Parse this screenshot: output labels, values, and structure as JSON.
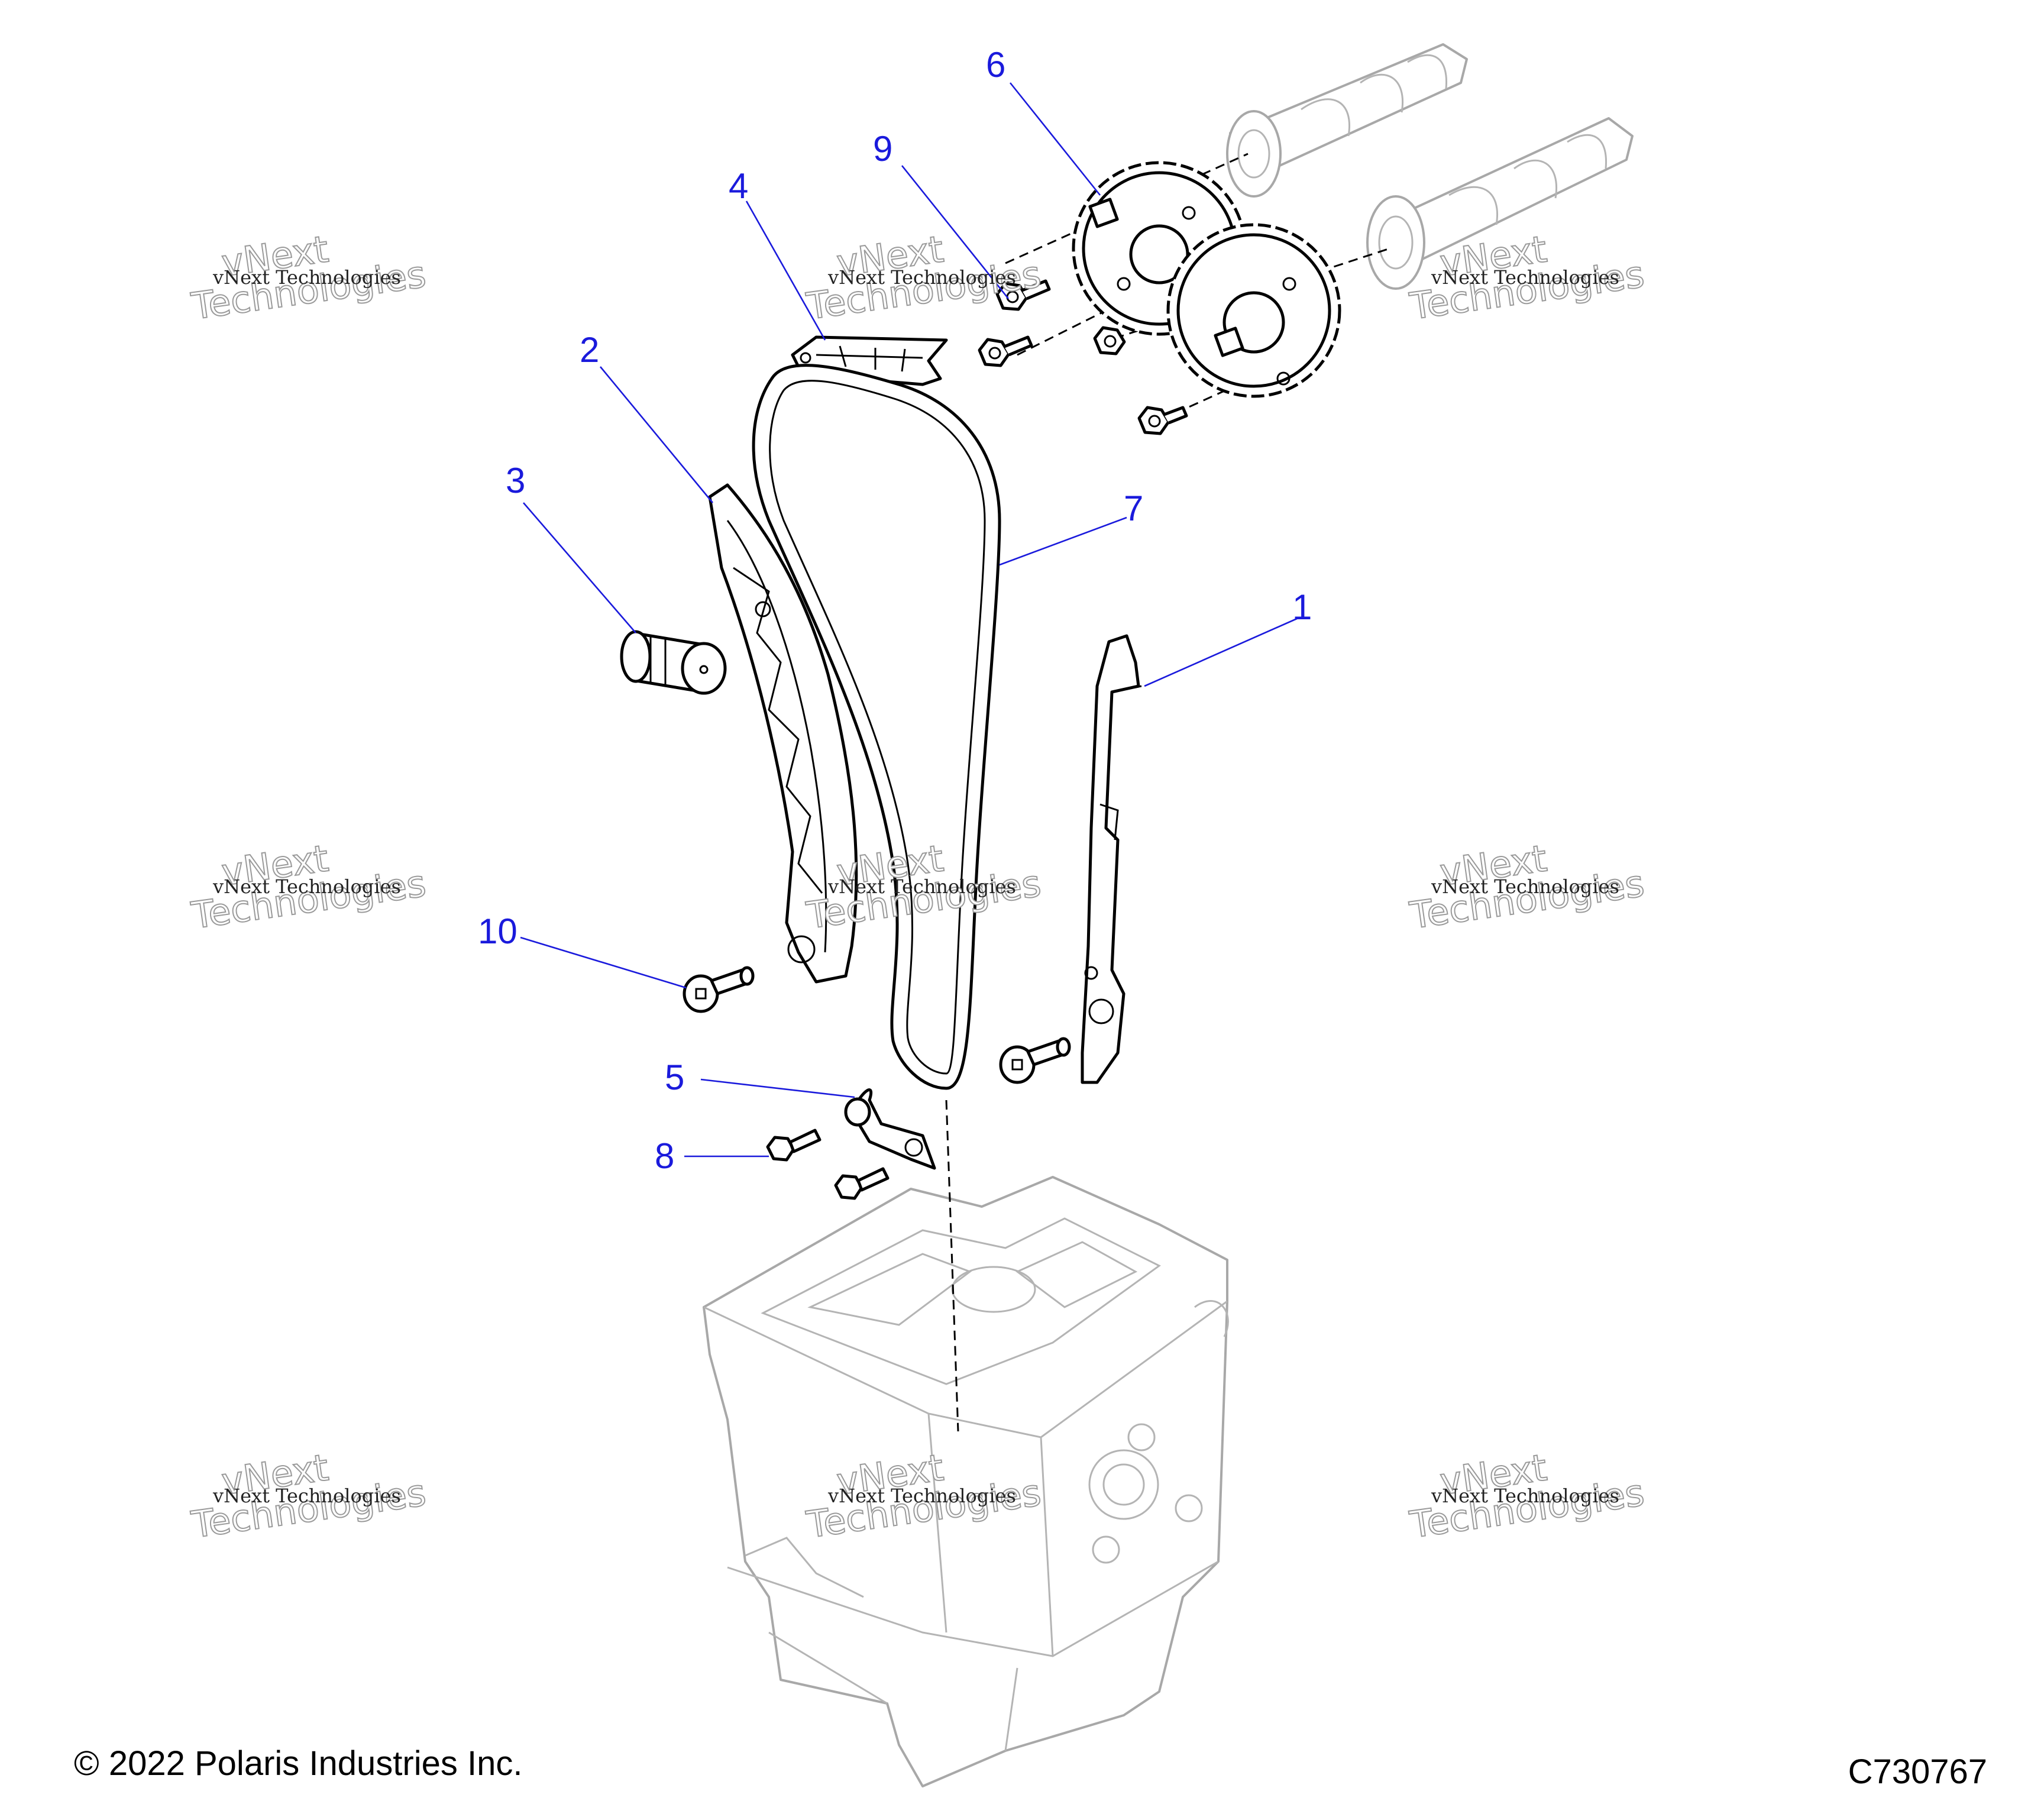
{
  "callouts": [
    "1",
    "2",
    "3",
    "4",
    "5",
    "6",
    "7",
    "8",
    "9",
    "10"
  ],
  "watermark": {
    "line1": "vNext Technologies",
    "brand_top": "vNext",
    "brand_bottom": "Technologies"
  },
  "footer": {
    "copyright": "© 2022 Polaris Industries Inc.",
    "drawing_number": "C730767"
  },
  "colors": {
    "callout": "#1a1adc",
    "line": "#000000",
    "ghost": "#a8a8a8"
  }
}
